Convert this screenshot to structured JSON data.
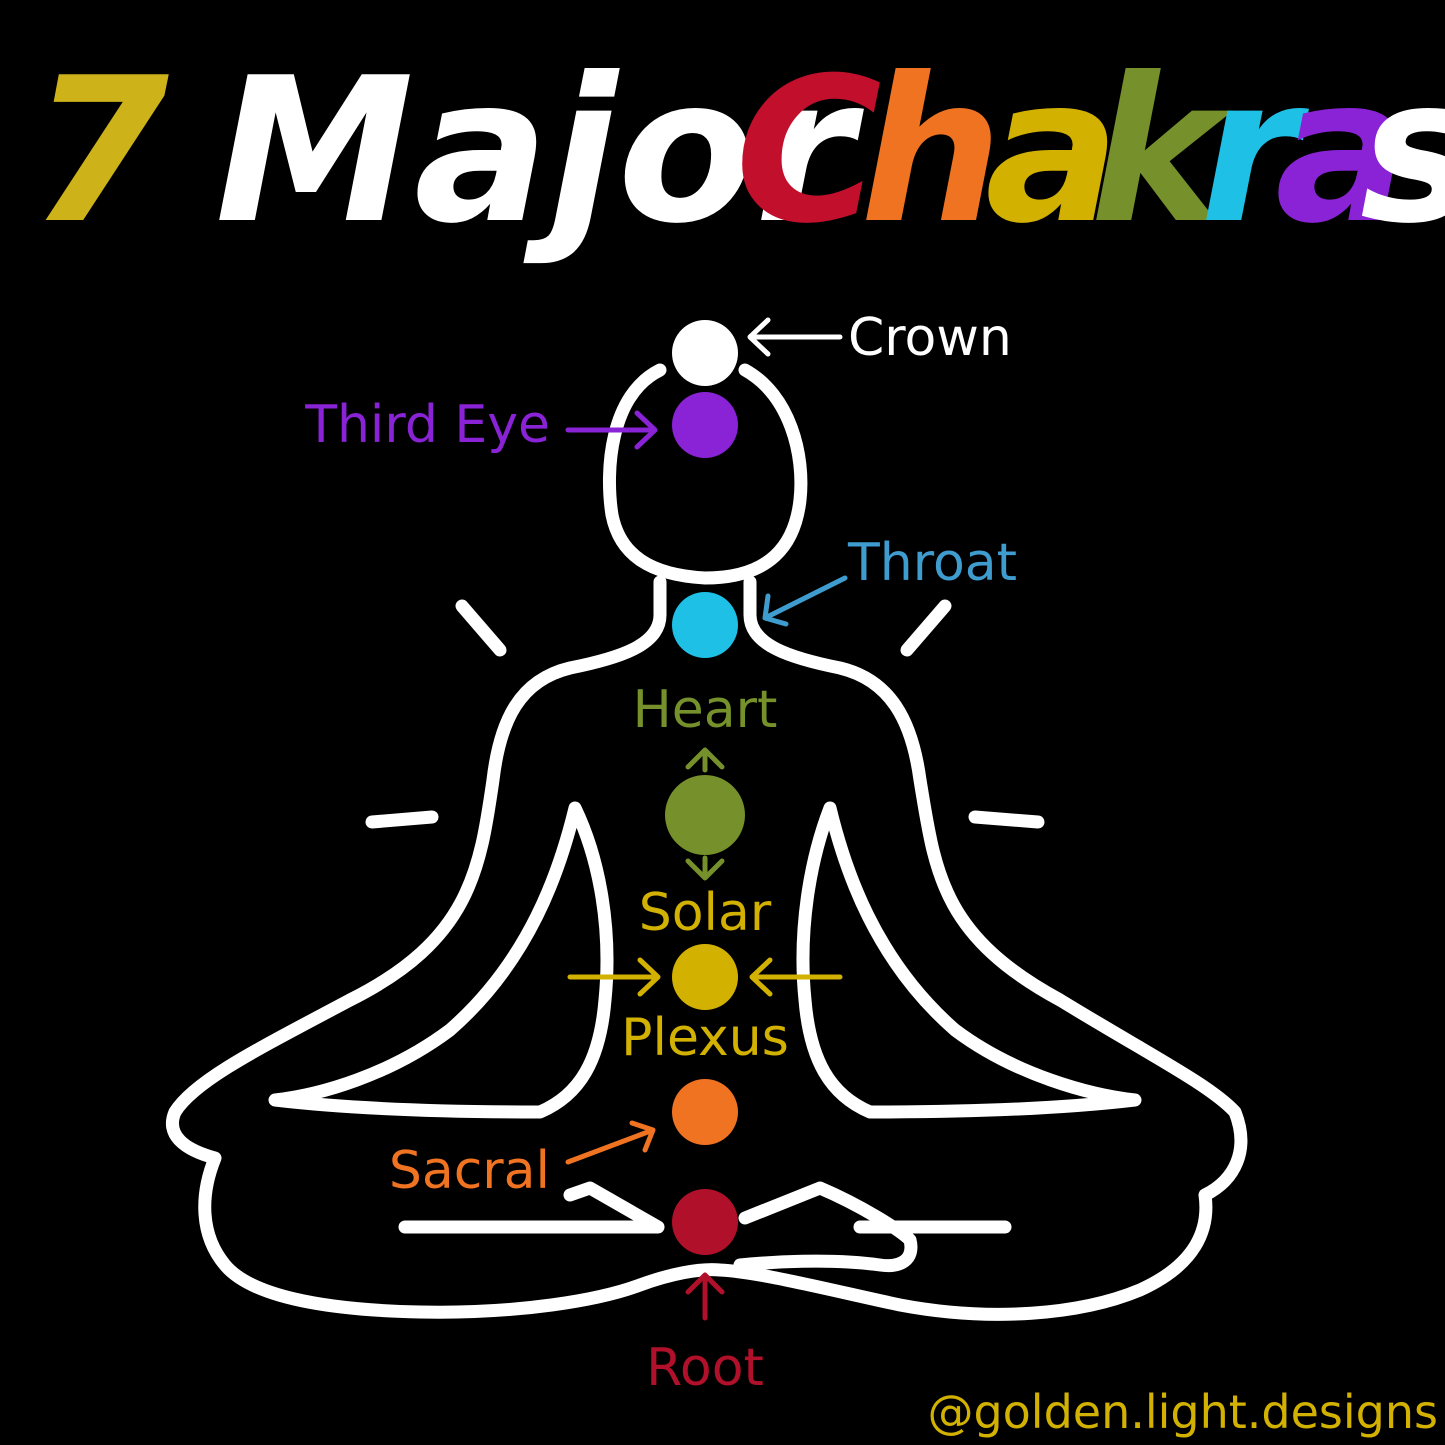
{
  "title": {
    "number": "7",
    "word1": "Major",
    "word2_letters": [
      "C",
      "h",
      "a",
      "k",
      "r",
      "a",
      "s"
    ]
  },
  "chakras": [
    {
      "name": "Crown",
      "color": "#ffffff"
    },
    {
      "name": "Third Eye",
      "color": "#8a22d6"
    },
    {
      "name": "Throat",
      "color": "#1fc0e6"
    },
    {
      "name": "Heart",
      "color": "#76902b"
    },
    {
      "name": "Solar",
      "color": "#d2b100"
    },
    {
      "name": "Plexus",
      "color": "#d2b100"
    },
    {
      "name": "Sacral",
      "color": "#f07322"
    },
    {
      "name": "Root",
      "color": "#b0102a"
    }
  ],
  "label_colors": {
    "crown": "#ffffff",
    "third_eye": "#8a22d6",
    "throat": "#3f9ccf",
    "heart": "#76902b",
    "solar_plexus": "#d2b100",
    "sacral": "#f07322",
    "root": "#b0102a"
  },
  "title_colors": {
    "number": "#cdb21a",
    "major": "#ffffff",
    "letters": [
      "#c20f2c",
      "#c20f2c",
      "#f07322",
      "#d2b100",
      "#76902b",
      "#1fc0e6",
      "#8a22d6",
      "#ffffff"
    ]
  },
  "credit": "@golden.light.designs",
  "credit_color": "#d2b100"
}
